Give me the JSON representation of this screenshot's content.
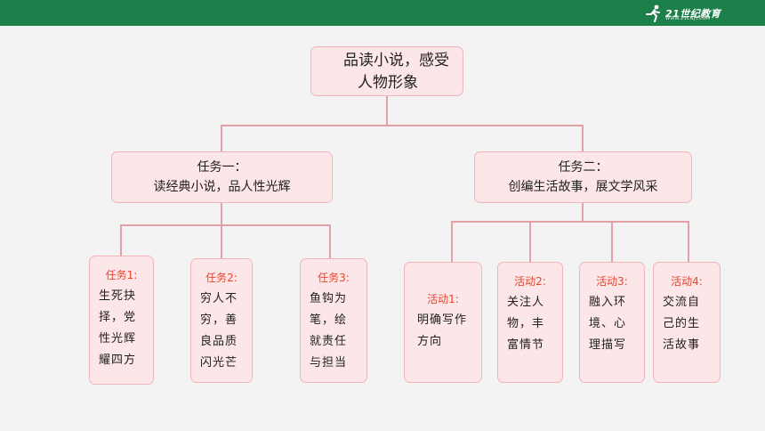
{
  "header": {
    "logo_text": "21世纪教育",
    "logo_sub": "WWW.21CNJY.COM",
    "bar_color": "#1d7f49"
  },
  "diagram": {
    "root": {
      "line1": "品读小说，感受",
      "line2": "人物形象"
    },
    "task1": {
      "title": "任务一：",
      "subtitle": "读经典小说，品人性光辉",
      "items": [
        {
          "label": "任务1:",
          "lines": [
            "生死抉",
            "择，党",
            "性光辉",
            "耀四方"
          ]
        },
        {
          "label": "任务2:",
          "lines": [
            "穷人不",
            "穷，善",
            "良品质",
            "闪光芒"
          ]
        },
        {
          "label": "任务3:",
          "lines": [
            "鱼钩为",
            "笔，绘",
            "就责任",
            "与担当"
          ]
        }
      ]
    },
    "task2": {
      "title": "任务二：",
      "subtitle": "创编生活故事，展文学风采",
      "items": [
        {
          "label": "活动1:",
          "lines": [
            "明确写作",
            "方向"
          ]
        },
        {
          "label": "活动2:",
          "lines": [
            "关注人",
            "物，丰",
            "富情节"
          ]
        },
        {
          "label": "活动3:",
          "lines": [
            "融入环",
            "境、心",
            "理描写"
          ]
        },
        {
          "label": "活动4:",
          "lines": [
            "交流自",
            "己的生",
            "活故事"
          ]
        }
      ]
    },
    "colors": {
      "box_fill": "#fce6e8",
      "box_border": "#f0b4b9",
      "connector": "#e3a0a6",
      "label": "#e8452f"
    }
  }
}
